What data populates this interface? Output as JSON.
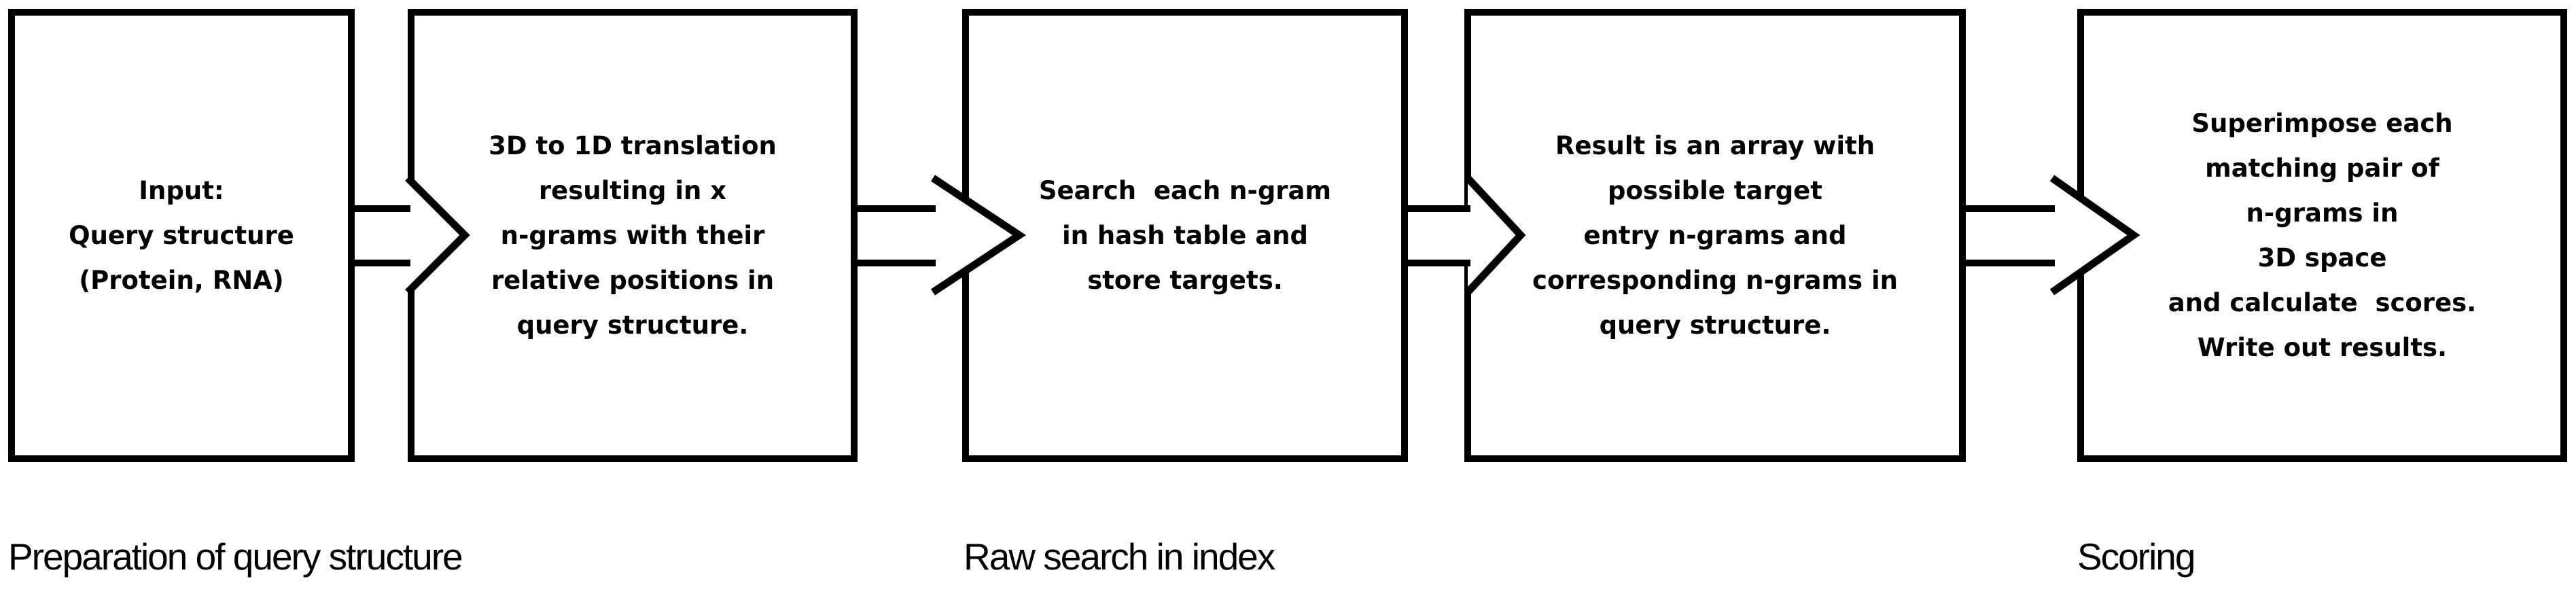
{
  "diagram": {
    "type": "flowchart",
    "background_color": "#ffffff",
    "line_color": "#000000",
    "text_color": "#000000"
  },
  "boxes": [
    {
      "text": "Input:\nQuery structure\n(Protein, RNA)"
    },
    {
      "text": "3D to 1D translation\nresulting in x\nn-grams with their\nrelative positions in\nquery structure."
    },
    {
      "text": "Search  each n-gram\nin hash table and\nstore targets."
    },
    {
      "text": "Result is an array with\npossible target\nentry n-grams and\ncorresponding n-grams in\nquery structure."
    },
    {
      "text": "Superimpose each\nmatching pair of\nn-grams in\n3D space\nand calculate  scores.\nWrite out results."
    }
  ],
  "flow": {
    "direction": "right",
    "arrow_count": 4,
    "arrow_style": "outlined block arrow"
  },
  "stage_labels": [
    {
      "text": "Preparation of query structure"
    },
    {
      "text": "Raw search in index"
    },
    {
      "text": "Scoring"
    }
  ]
}
